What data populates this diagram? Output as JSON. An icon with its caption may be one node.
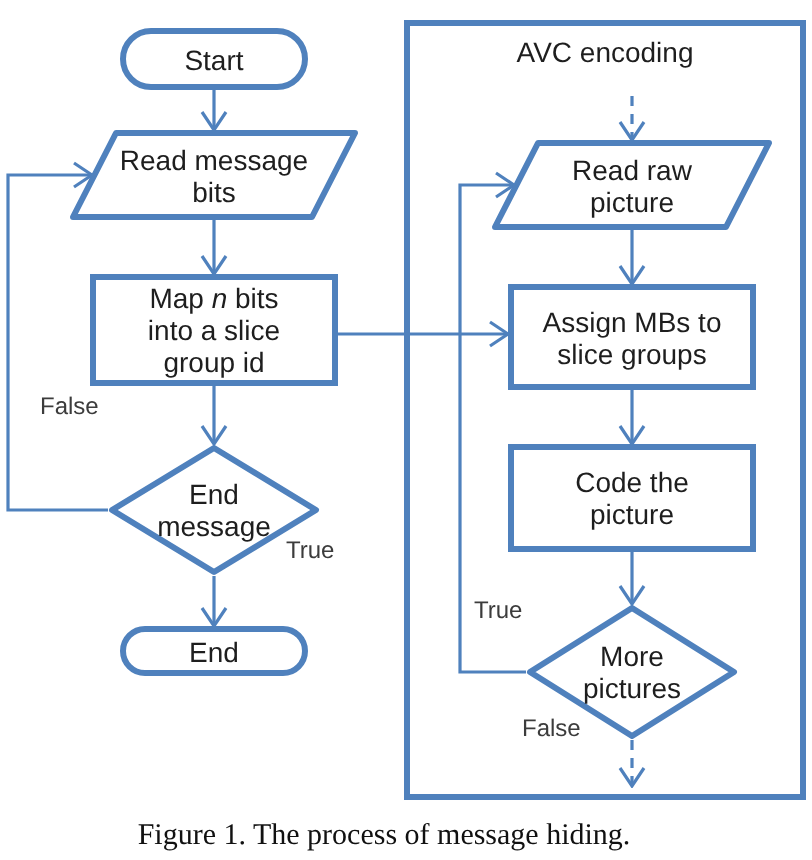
{
  "diagram": {
    "caption": "Figure 1. The process of message hiding.",
    "nodes": [
      {
        "text": [
          "Start"
        ]
      },
      {
        "text": [
          "Read message bits"
        ]
      },
      {
        "text": [
          "Map *n* bits into a slice group id"
        ]
      },
      {
        "text": [
          "End message"
        ]
      },
      {
        "text": [
          "End"
        ]
      },
      {
        "text": [
          "AVC encoding"
        ]
      },
      {
        "text": [
          "Read raw picture"
        ],
        "in": 5
      },
      {
        "text": [
          "Assign MBs to slice groups"
        ],
        "in": 5
      },
      {
        "text": [
          "Code the picture"
        ],
        "in": 5
      },
      {
        "text": [
          "More pictures"
        ],
        "in": 5
      }
    ],
    "edges": [
      {
        "from": 0,
        "to": 1,
        "arrow": "to"
      },
      {
        "from": 1,
        "to": 2,
        "arrow": "to"
      },
      {
        "from": 2,
        "to": 3,
        "arrow": "to"
      },
      {
        "from": 3,
        "to": 4,
        "arrow": "to",
        "label": "True"
      },
      {
        "from": 3,
        "to": 1,
        "arrow": "to",
        "label": "False"
      },
      {
        "from": 2,
        "to": 7,
        "arrow": "to"
      },
      {
        "from": null,
        "to": 6,
        "arrow": "to",
        "style": "dashed"
      },
      {
        "from": 6,
        "to": 7,
        "arrow": "to"
      },
      {
        "from": 7,
        "to": 8,
        "arrow": "to"
      },
      {
        "from": 8,
        "to": 9,
        "arrow": "to"
      },
      {
        "from": 9,
        "to": 6,
        "arrow": "to",
        "label": "True"
      },
      {
        "from": 9,
        "to": null,
        "arrow": "to",
        "label": "False",
        "style": "dashed"
      }
    ]
  }
}
